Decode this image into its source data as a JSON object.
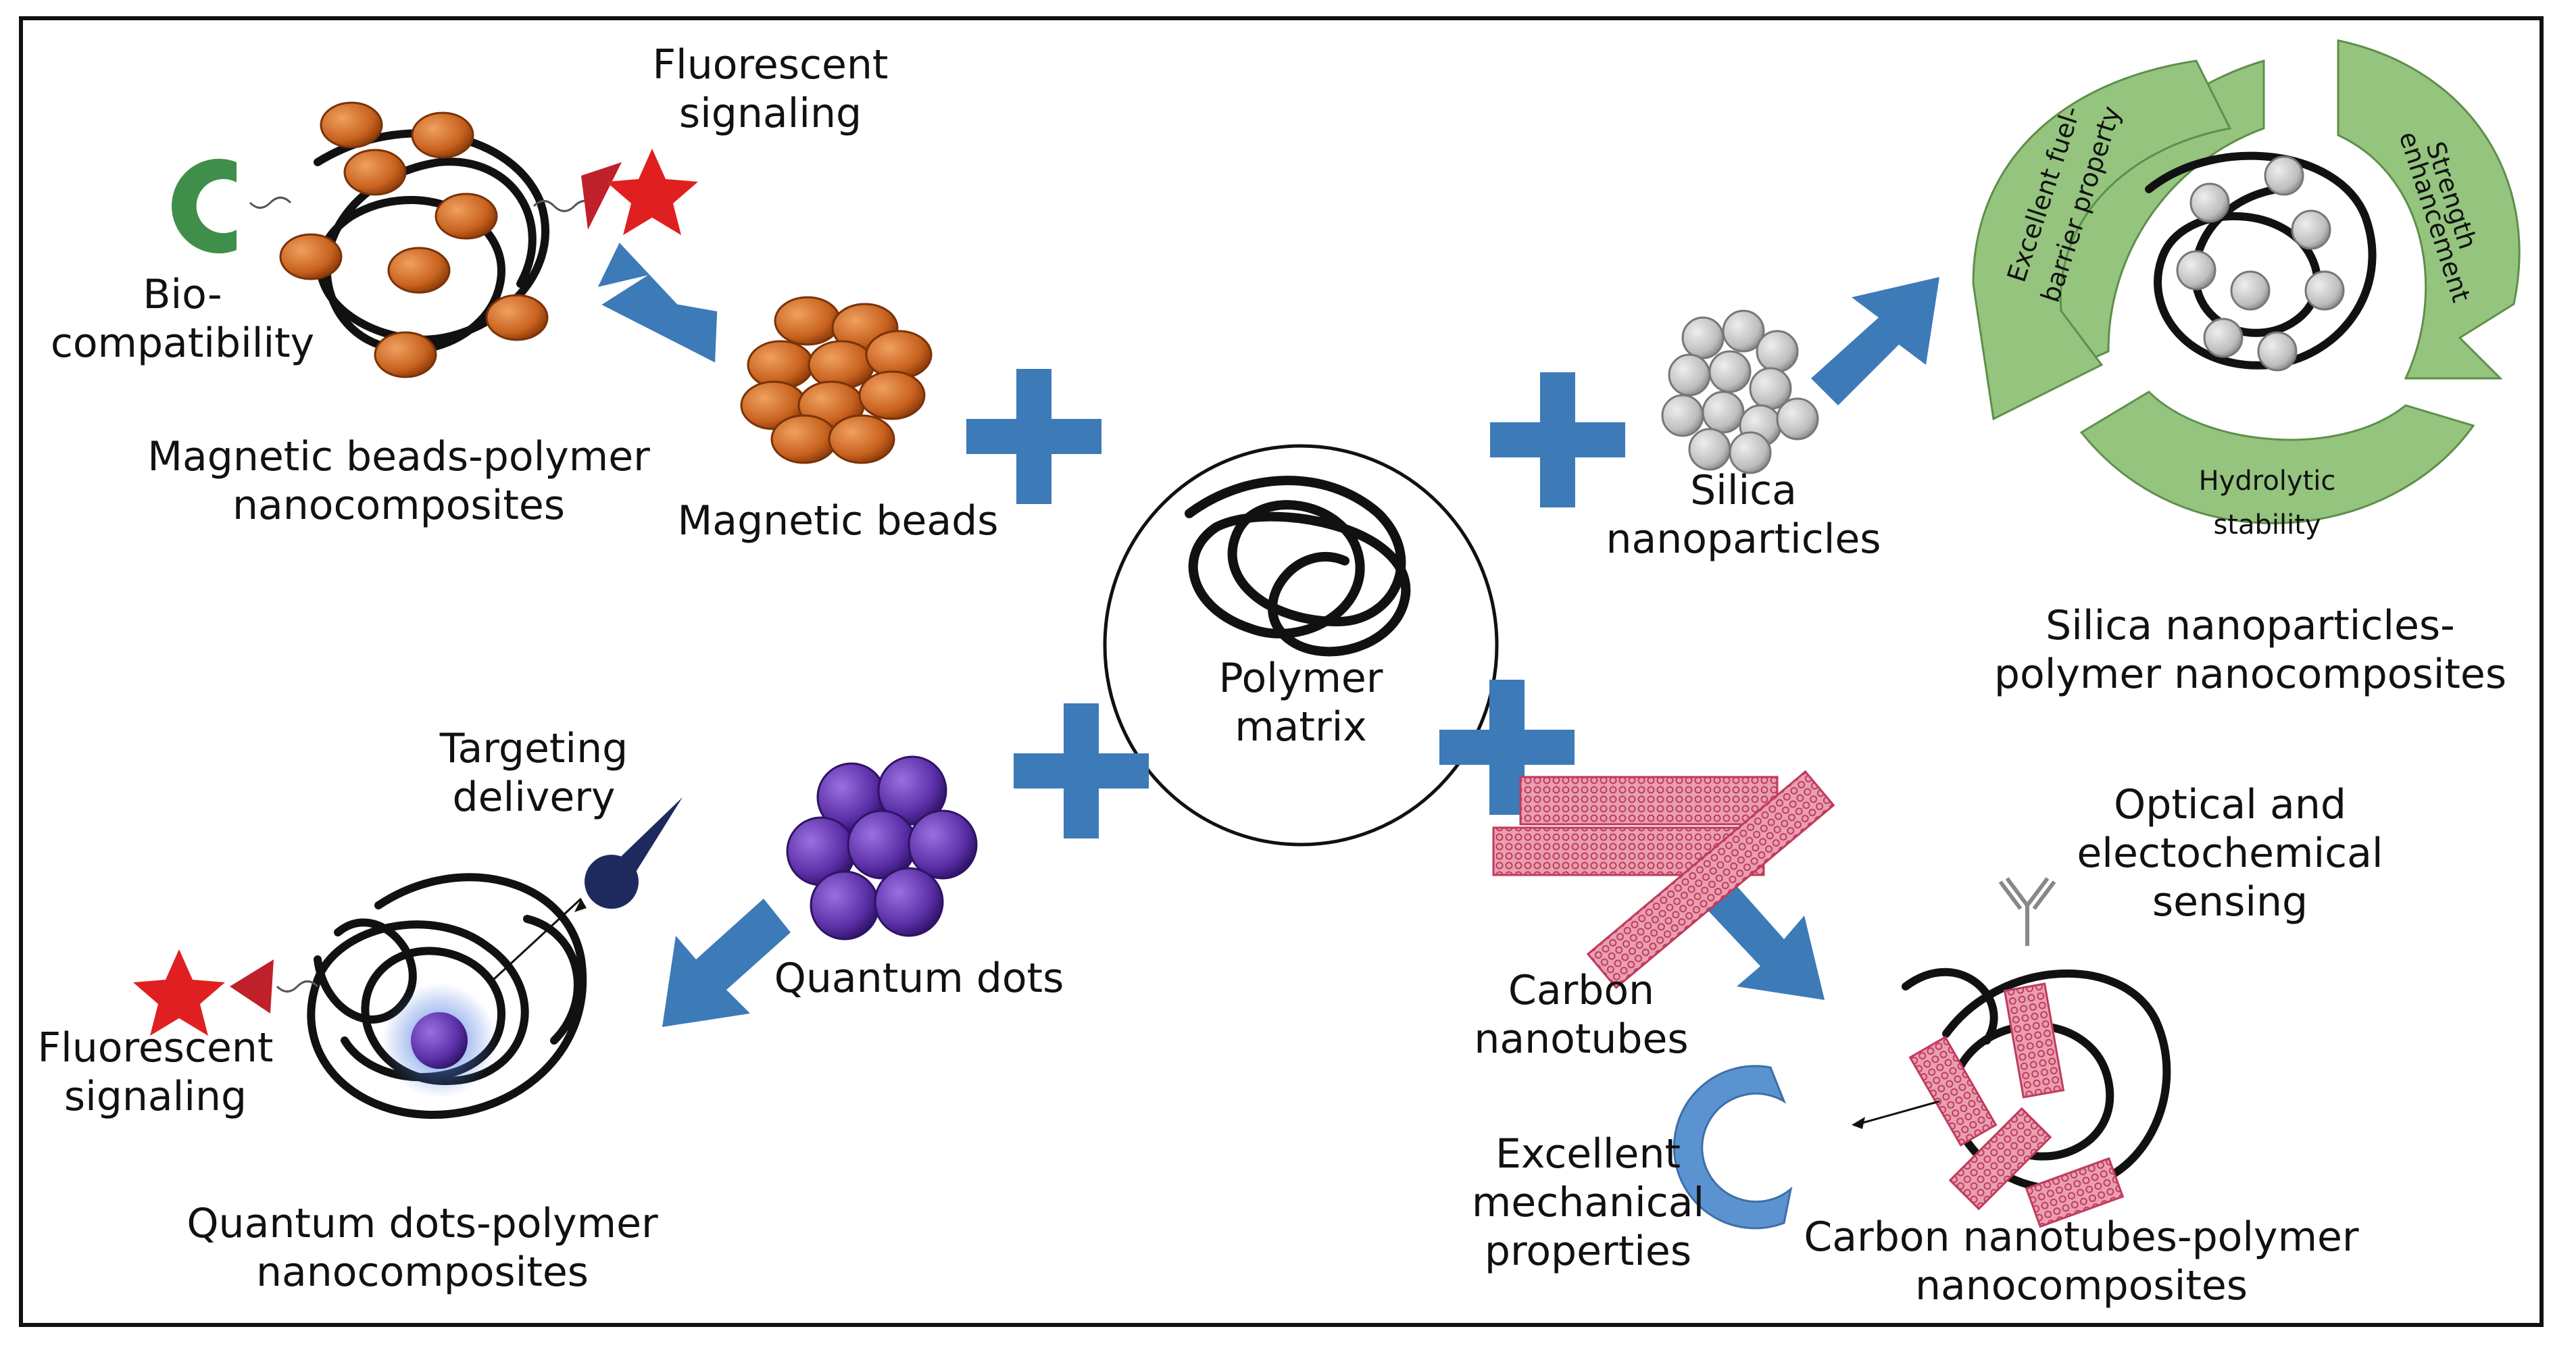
{
  "center": {
    "label": "Polymer\nmatrix"
  },
  "magnetic": {
    "ingredient": "Magnetic beads",
    "composite": "Magnetic beads-polymer\nnanocomposites",
    "feature_fluorescent": "Fluorescent\nsignaling",
    "feature_biocompat": "Bio-\ncompatibility"
  },
  "silica": {
    "ingredient": "Silica\nnanoparticles",
    "composite": "Silica nanoparticles-\npolymer nanocomposites",
    "feature_fuel_1": "Excellent fuel-",
    "feature_fuel_2": "barrier property",
    "feature_strength_1": "Strength",
    "feature_strength_2": "enhancement",
    "feature_hydro_1": "Hydrolytic",
    "feature_hydro_2": "stability"
  },
  "quantum": {
    "ingredient": "Quantum dots",
    "composite": "Quantum dots-polymer\nnanocomposites",
    "feature_targeting": "Targeting\ndelivery",
    "feature_fluorescent": "Fluorescent\nsignaling"
  },
  "carbon": {
    "ingredient": "Carbon\nnanotubes",
    "composite": "Carbon nanotubes-polymer\nnanocomposites",
    "feature_sensing": "Optical and\nelectochemical\nsensing",
    "feature_mechanical": "Excellent\nmechanical\nproperties"
  },
  "colors": {
    "arrow_blue": "#3d7ab8",
    "bead_orange": "#c8621e",
    "silica_grey": "#bdbdbd",
    "qd_purple": "#5a2ea6",
    "nanotube_pink": "#d9567a",
    "ring_green": "#94c47e",
    "star_red": "#e02020",
    "polymer_black": "#111111"
  }
}
